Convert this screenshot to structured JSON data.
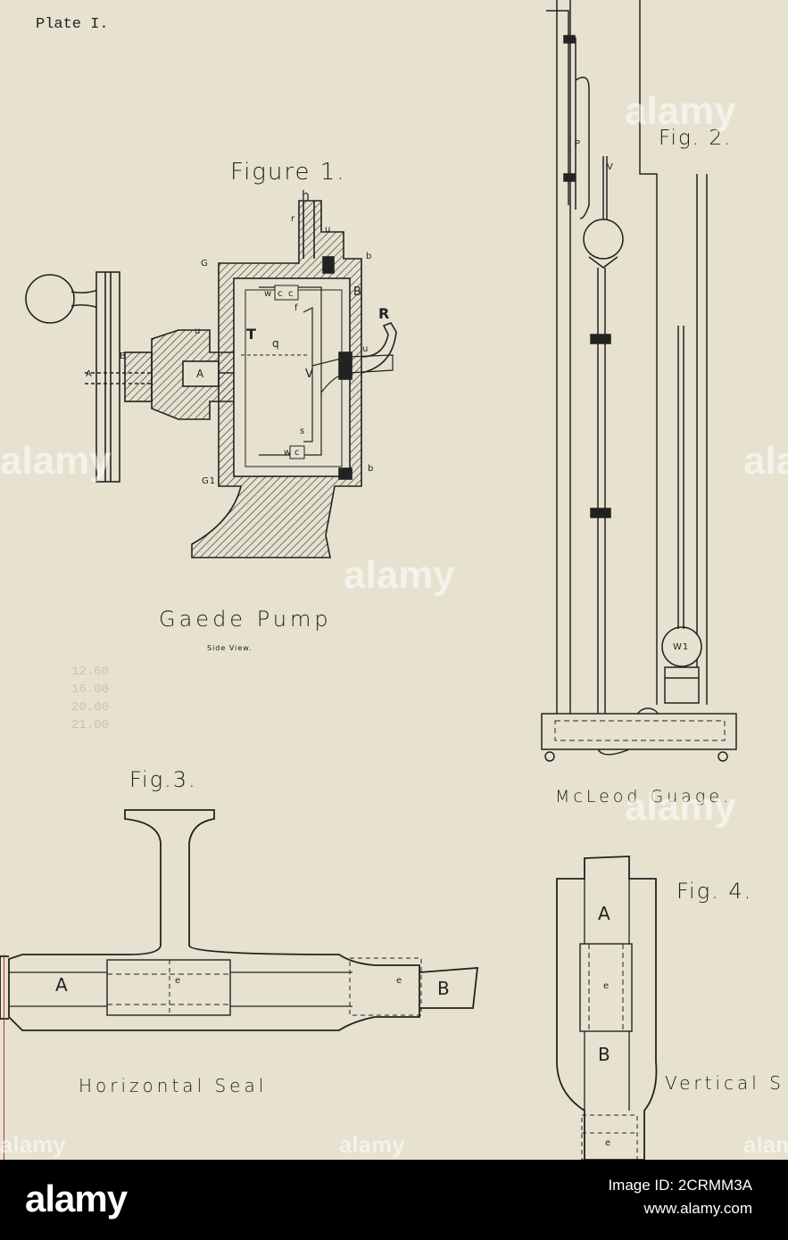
{
  "plate": {
    "title": "Plate I.",
    "figure1": {
      "title": "Figure 1.",
      "caption": "Gaede Pump",
      "subcaption": "Side View.",
      "part_labels": [
        "h",
        "r",
        "u",
        "b",
        "G",
        "B",
        "w",
        "c",
        "c",
        "f",
        "R",
        "T",
        "q",
        "u",
        "V",
        "A",
        "u",
        "A",
        "B",
        "s",
        "w",
        "c",
        "G1",
        "b"
      ]
    },
    "figure2": {
      "title": "Fig. 2.",
      "caption": "McLeod Guage.",
      "part_labels": [
        "P",
        "V",
        "W1"
      ]
    },
    "figure3": {
      "title": "Fig.3.",
      "caption": "Horizontal Seal",
      "part_labels": [
        "A",
        "e",
        "e",
        "B"
      ]
    },
    "figure4": {
      "title": "Fig. 4.",
      "caption": "Vertical S",
      "part_labels": [
        "A",
        "e",
        "B",
        "e"
      ]
    },
    "background_text": [
      "12.60",
      "16.00",
      "20.00",
      "21.00"
    ]
  },
  "watermarks": [
    "alamy",
    "alamy",
    "alamy",
    "alamy",
    "alamy",
    "alamy",
    "alamy",
    "alamy"
  ],
  "footer": {
    "brand": "alamy",
    "image_id": "Image ID: 2CRMM3A",
    "url": "www.alamy.com"
  },
  "colors": {
    "paper": "#e6e2cf",
    "ink": "#222222",
    "footer": "#000000",
    "margin_line": "#b8342a"
  }
}
